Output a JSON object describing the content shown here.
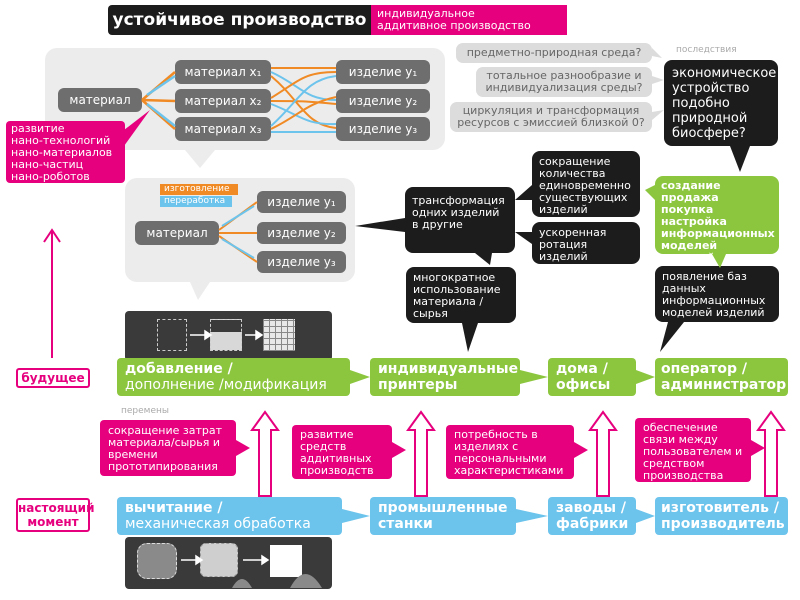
{
  "header": {
    "title": "устойчивое производство",
    "subtitle_line1": "индивидуальное",
    "subtitle_line2": "аддитивное производство"
  },
  "top_panel": {
    "source": "материал",
    "materials": [
      "материал x₁",
      "материал x₂",
      "материал x₃"
    ],
    "products": [
      "изделие y₁",
      "изделие y₂",
      "изделие y₃"
    ]
  },
  "nano_box": [
    "развитие",
    "нано-технологий",
    "нано-материалов",
    "нано-частиц",
    "нано-роботов"
  ],
  "mid_panel": {
    "source": "материал",
    "label_manufacture": "изготовление",
    "label_recycle": "переработка",
    "products": [
      "изделие y₁",
      "изделие y₂",
      "изделие y₃"
    ]
  },
  "consequences": {
    "label": "последствия",
    "questions": [
      "предметно-природная среда?",
      "тотальное разнообразие и индивидуализация среды?",
      "циркуляция и трансформация ресурсов с эмиссией близкой 0?"
    ],
    "main_question": "экономическое устройство подобно природной биосфере?"
  },
  "black_bubbles": {
    "transform": "трансформация одних изделий в другие",
    "reduce": "сокращение количества единовременно существующих изделий",
    "rotation": "ускоренная ротация изделий",
    "reuse": "многократное использование материала / сырья",
    "database": "появление баз данных информационных моделей изделий"
  },
  "green_bubble": [
    "создание",
    "продажа",
    "покупка",
    "настройка",
    "информационных",
    "моделей изделий"
  ],
  "future": {
    "label": "будущее",
    "addition_line1": "добавление /",
    "addition_line2": "дополнение /модификация",
    "printers_line1": "индивидуальные",
    "printers_line2": "принтеры",
    "homes_line1": "дома /",
    "homes_line2": "офисы",
    "operator_line1": "оператор /",
    "operator_line2": "администратор"
  },
  "changes": {
    "label": "перемены",
    "items": [
      "сокращение затрат материала/сырья и времени прототипирования",
      "развитие средств аддитивных производств",
      "потребность в изделиях с персональными характеристиками",
      "обеспечение связи между пользователем и средством производства"
    ]
  },
  "present": {
    "label_line1": "настоящий",
    "label_line2": "момент",
    "subtraction_line1": "вычитание /",
    "subtraction_line2": "механическая обработка",
    "machines_line1": "промышленные",
    "machines_line2": "станки",
    "factories_line1": "заводы /",
    "factories_line2": "фабрики",
    "manufacturer_line1": "изготовитель /",
    "manufacturer_line2": "производитель"
  },
  "colors": {
    "pink": "#e6007e",
    "green": "#8cc63f",
    "blue": "#6cc3ec",
    "black": "#1c1c1c",
    "gray": "#6e6e6e",
    "orange": "#f08a24"
  }
}
